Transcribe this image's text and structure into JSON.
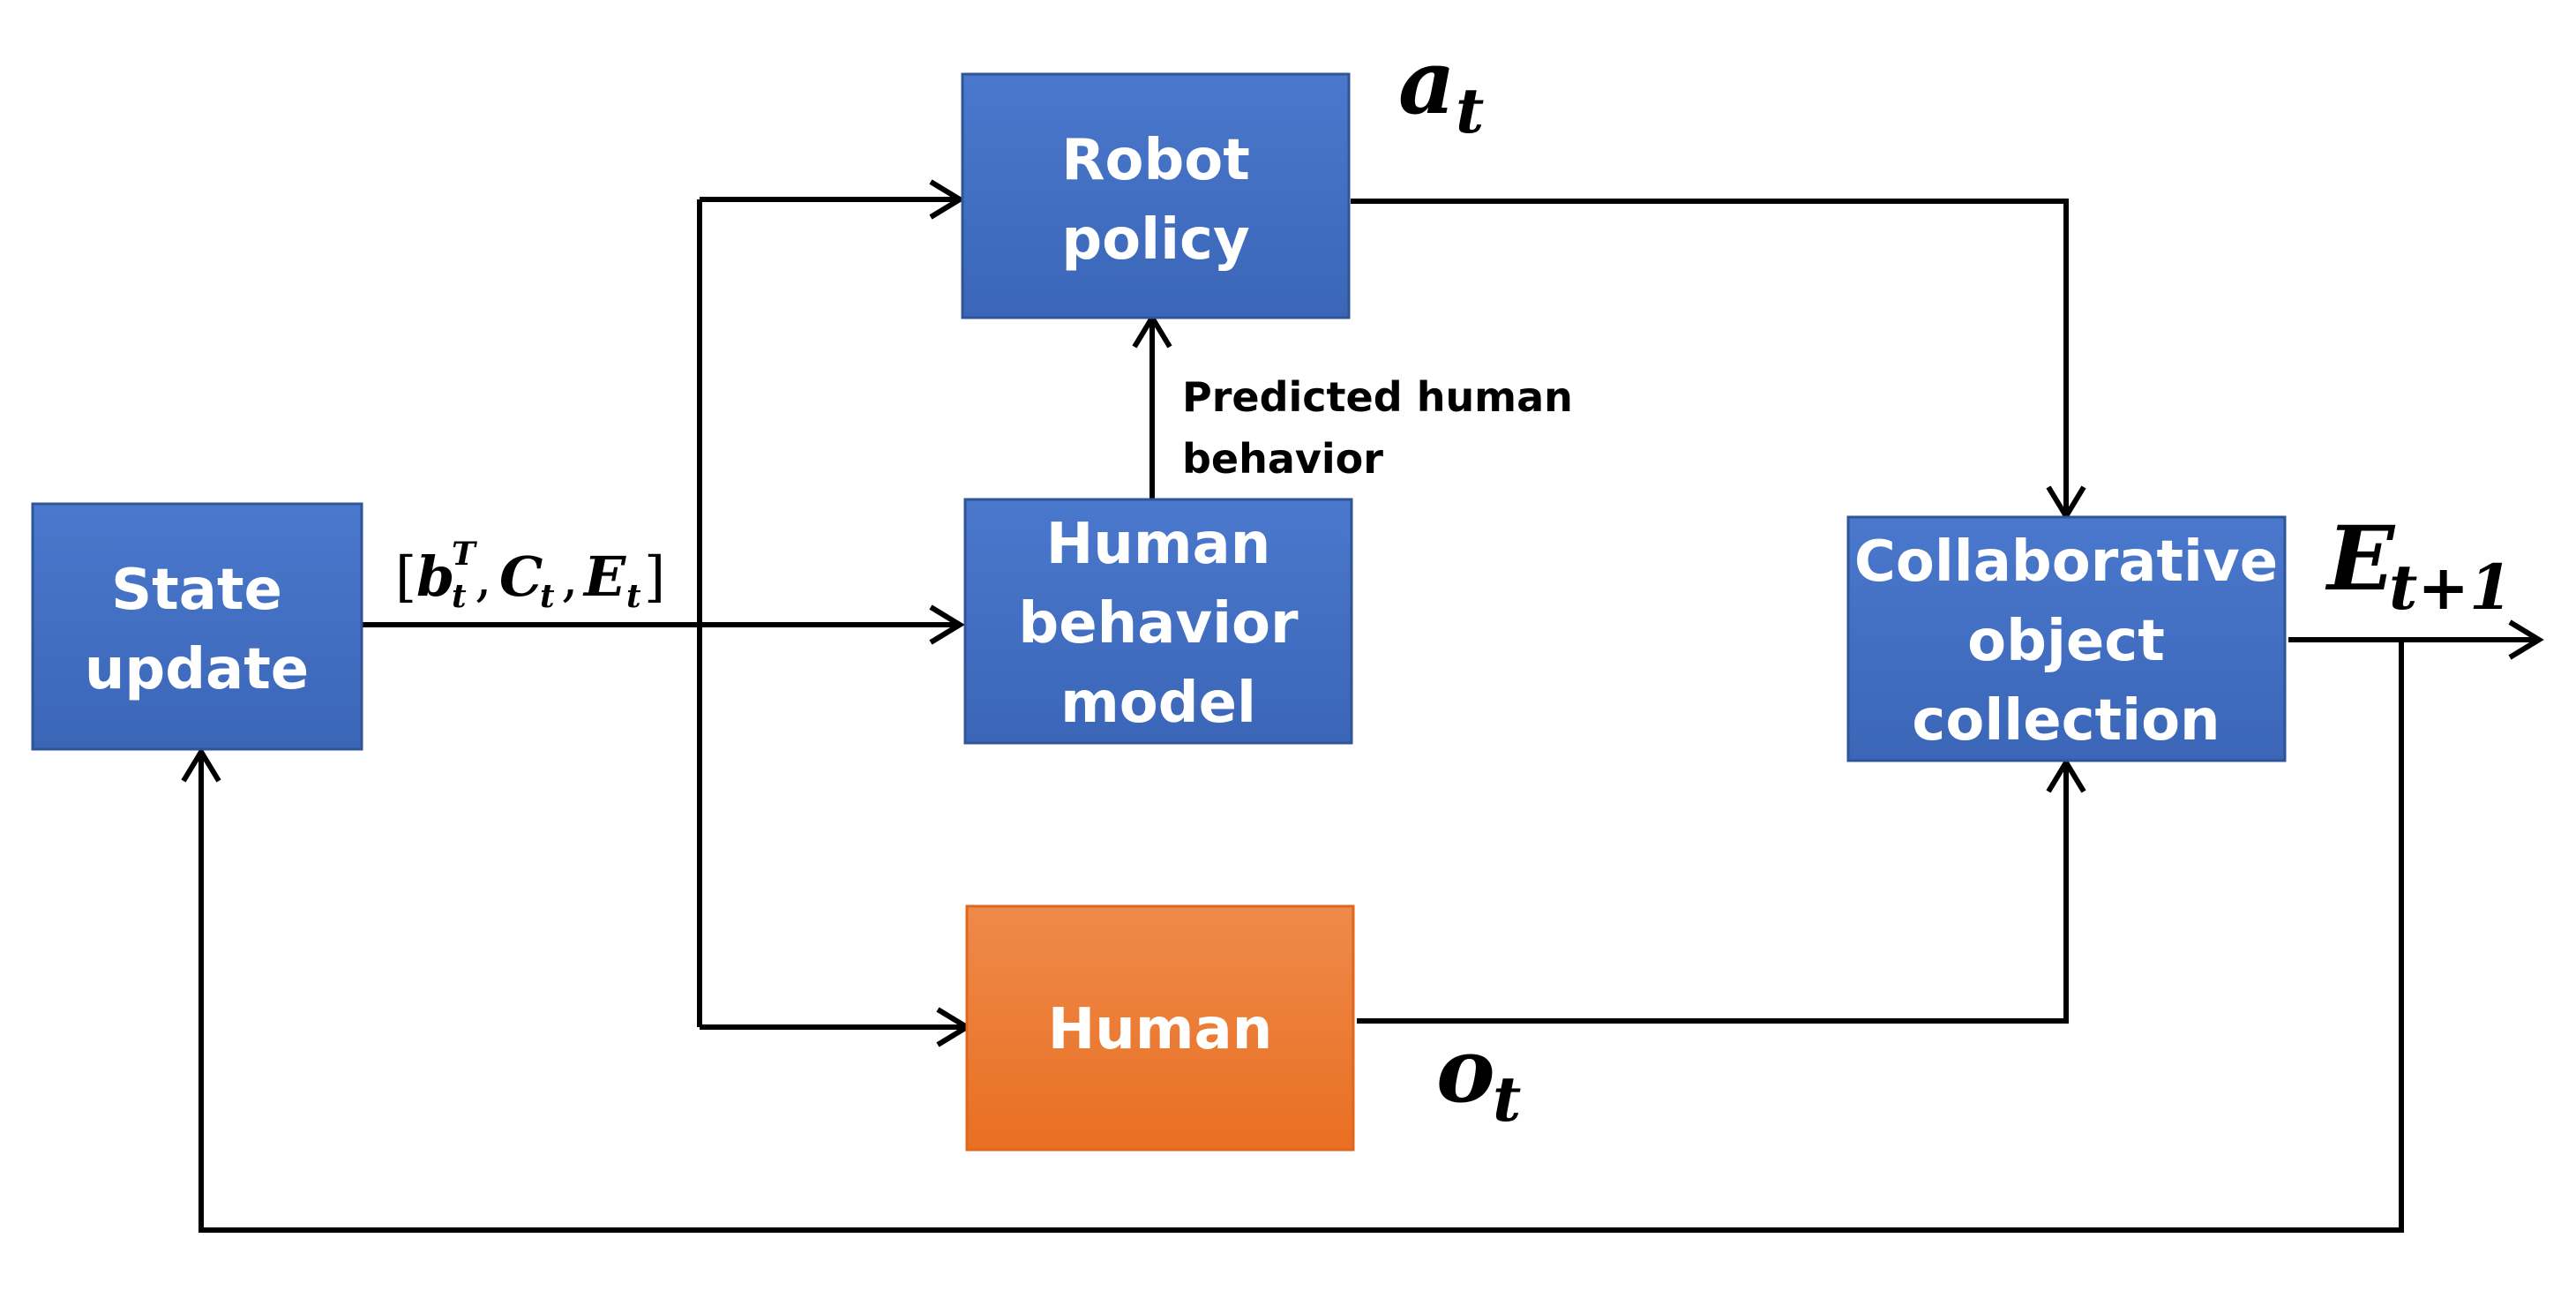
{
  "colors": {
    "blue_box": "#4472c4",
    "blue_box_border": "#2f5597",
    "orange_box": "#ed7d31",
    "line": "#000000"
  },
  "nodes": {
    "state_update": [
      "State",
      "update"
    ],
    "robot_policy": [
      "Robot",
      "policy"
    ],
    "human_behavior_model": [
      "Human",
      "behavior",
      "model"
    ],
    "human": [
      "Human"
    ],
    "collaborative_object_collection": [
      "Collaborative",
      "object",
      "collection"
    ]
  },
  "edge_labels": {
    "predicted_human_behavior": [
      "Predicted human",
      "behavior"
    ],
    "state_vector": {
      "open": "[",
      "b": "b",
      "b_sup": "T",
      "b_sub": "t",
      "comma1": ",",
      "c": "C",
      "c_sub": "t",
      "comma2": ",",
      "e": "E",
      "e_sub": "t",
      "close": "]"
    },
    "action": {
      "main": "a",
      "sub": "t"
    },
    "observation": {
      "main": "o",
      "sub": "t"
    },
    "next_env": {
      "main": "E",
      "sub": "t+1"
    }
  }
}
